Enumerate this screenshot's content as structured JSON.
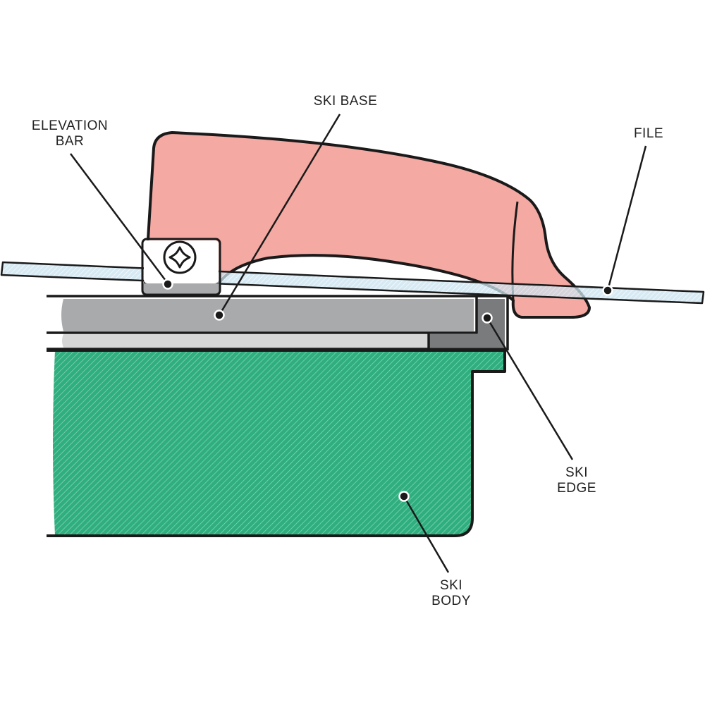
{
  "labels": {
    "elevation_bar": [
      "ELEVATION",
      "BAR"
    ],
    "ski_base": [
      "SKI BASE"
    ],
    "file": [
      "FILE"
    ],
    "ski_edge": [
      "SKI",
      "EDGE"
    ],
    "ski_body": [
      "SKI",
      "BODY"
    ]
  },
  "colors": {
    "file_tool": "#f4a9a3",
    "file_blade": "#c9e3ef",
    "ski_base": "#a9aaac",
    "ski_base_light": "#d6d6d6",
    "ski_edge": "#7a7b7d",
    "ski_body": "#2fae7f",
    "outline": "#1a1a1a"
  }
}
